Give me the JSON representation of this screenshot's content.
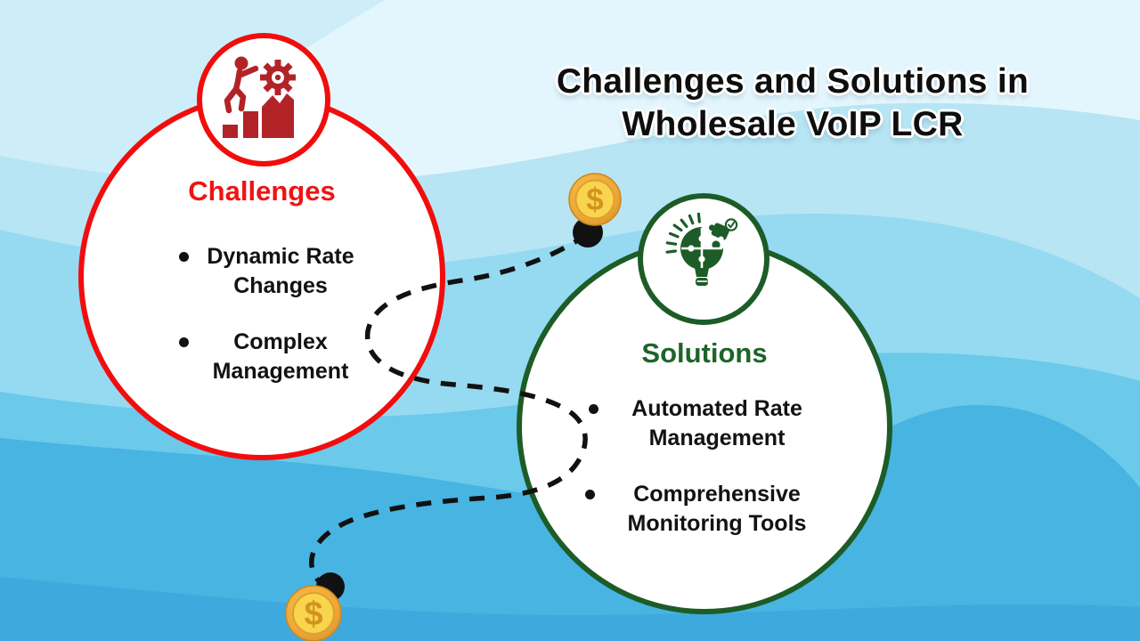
{
  "title": {
    "line1": "Challenges and Solutions in",
    "line2": "Wholesale VoIP LCR"
  },
  "challenges": {
    "heading": "Challenges",
    "icon": "growth-climb-gear-icon",
    "items": [
      {
        "line1": "Dynamic Rate",
        "line2": "Changes"
      },
      {
        "line1": "Complex",
        "line2": "Management"
      }
    ]
  },
  "solutions": {
    "heading": "Solutions",
    "icon": "puzzle-lightbulb-icon",
    "items": [
      {
        "line1": "Automated Rate",
        "line2": "Management"
      },
      {
        "line1": "Comprehensive",
        "line2": "Monitoring Tools"
      }
    ]
  },
  "decor": {
    "coin_symbol": "$",
    "connector_style": "dashed-s-curve"
  },
  "colors": {
    "challenge_accent": "#f20d0d",
    "challenge_icon": "#b22328",
    "challenge_heading": "#ee1414",
    "solution_accent": "#1d5c27",
    "solution_heading": "#1e642a",
    "text": "#121212",
    "connector": "#111111",
    "coin_rim": "#e8a637",
    "coin_face": "#f9d44e",
    "coin_symbol_color": "#d2941e",
    "bg_top": "#e4f6fd",
    "bg_wave1": "#b7e5f4",
    "bg_wave2": "#95daf1",
    "bg_wave3": "#6bc9ea",
    "bg_wave4": "#47b4e2",
    "bg_bottom": "#3ea9dd"
  }
}
